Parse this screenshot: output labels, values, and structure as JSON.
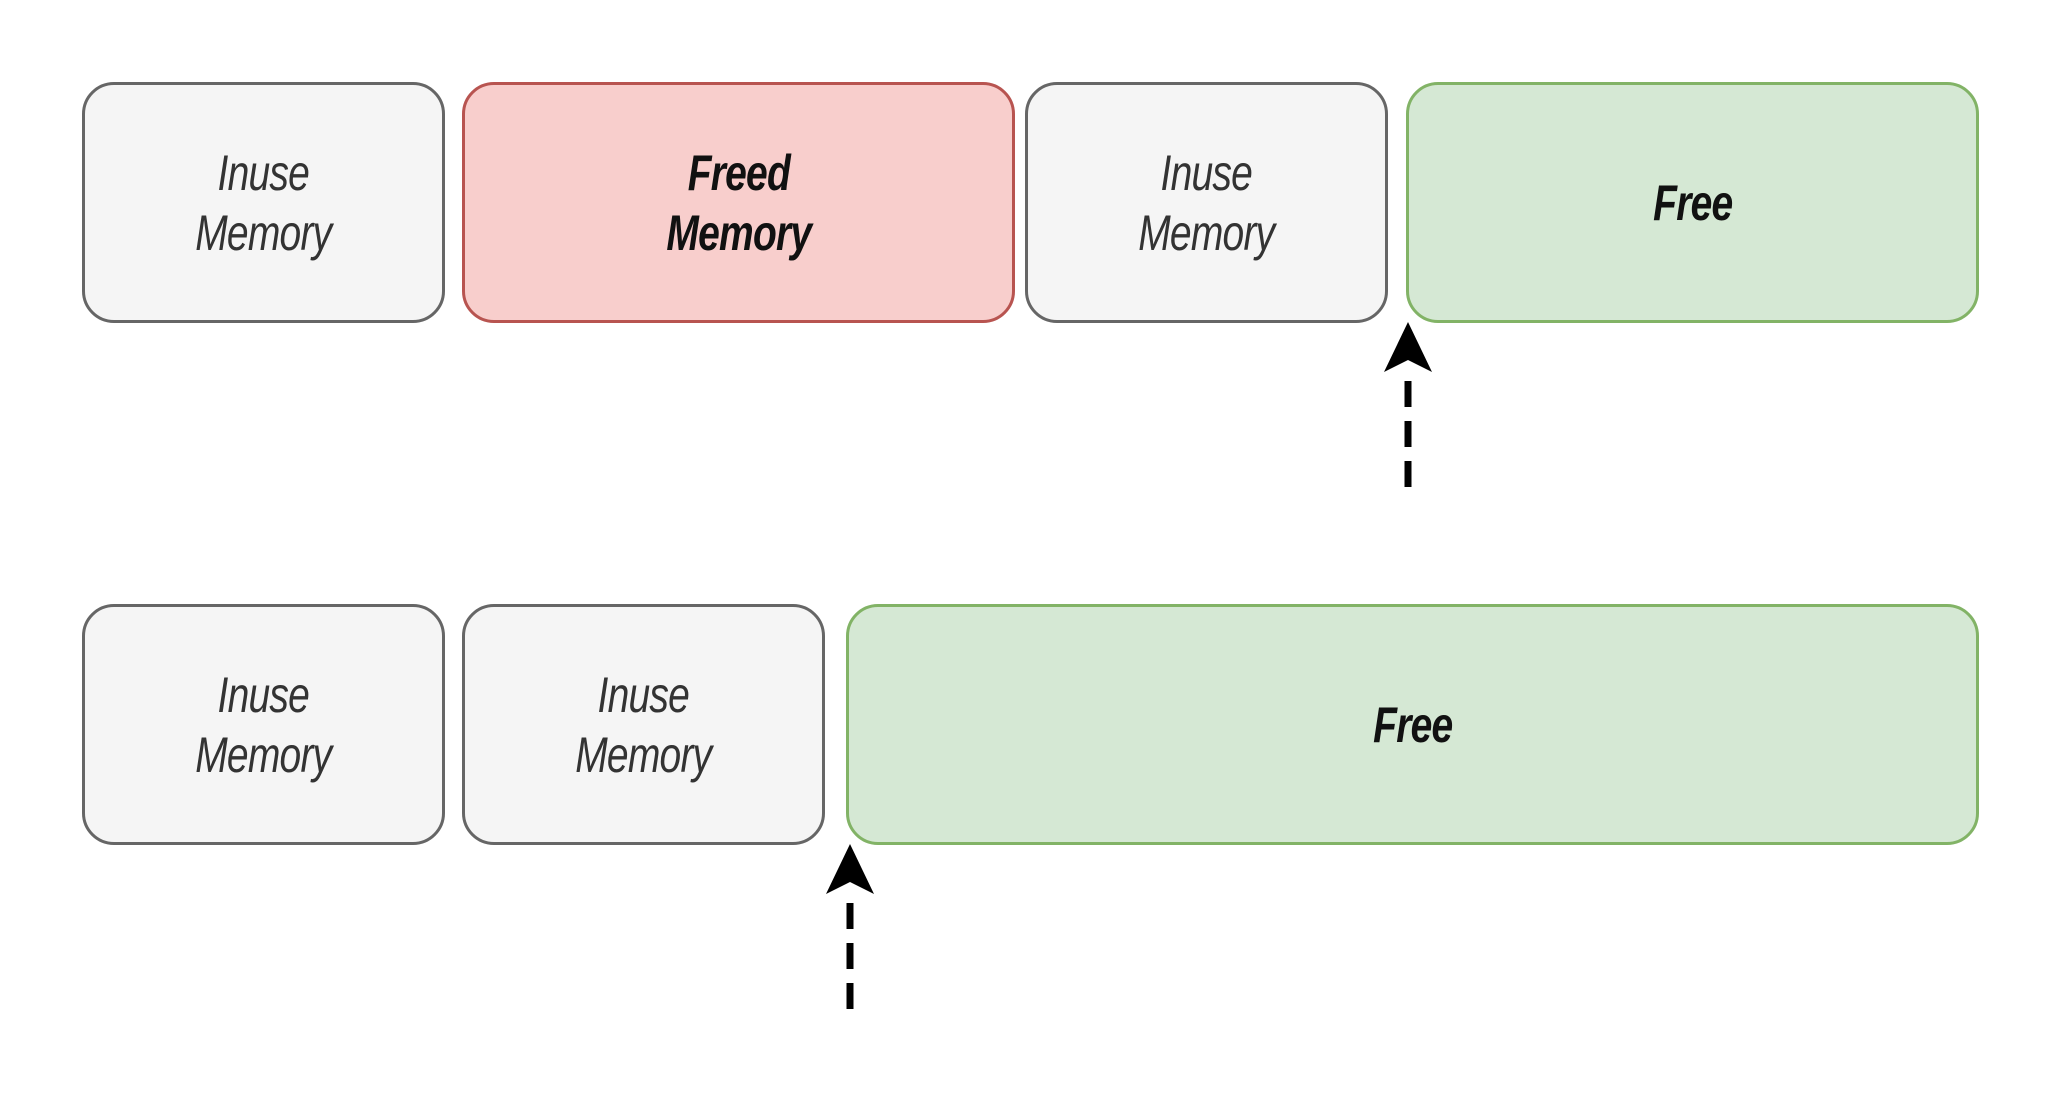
{
  "diagram": {
    "row1": {
      "blocks": [
        {
          "label": "Inuse\nMemory",
          "kind": "inuse"
        },
        {
          "label": "Freed\nMemory",
          "kind": "freed"
        },
        {
          "label": "Inuse\nMemory",
          "kind": "inuse"
        },
        {
          "label": "Free",
          "kind": "free"
        }
      ]
    },
    "row2": {
      "blocks": [
        {
          "label": "Inuse\nMemory",
          "kind": "inuse"
        },
        {
          "label": "Inuse\nMemory",
          "kind": "inuse"
        },
        {
          "label": "Free",
          "kind": "free"
        }
      ]
    },
    "colors": {
      "inuse_fill": "#f5f5f5",
      "inuse_stroke": "#666666",
      "freed_fill": "#f8cecc",
      "freed_stroke": "#b85450",
      "free_fill": "#d5e8d4",
      "free_stroke": "#82b366",
      "pointer": "#000000"
    },
    "pointers": [
      {
        "name": "allocation-pointer",
        "style": "dashed-arrow-up"
      },
      {
        "name": "allocation-pointer",
        "style": "dashed-arrow-up"
      }
    ]
  }
}
